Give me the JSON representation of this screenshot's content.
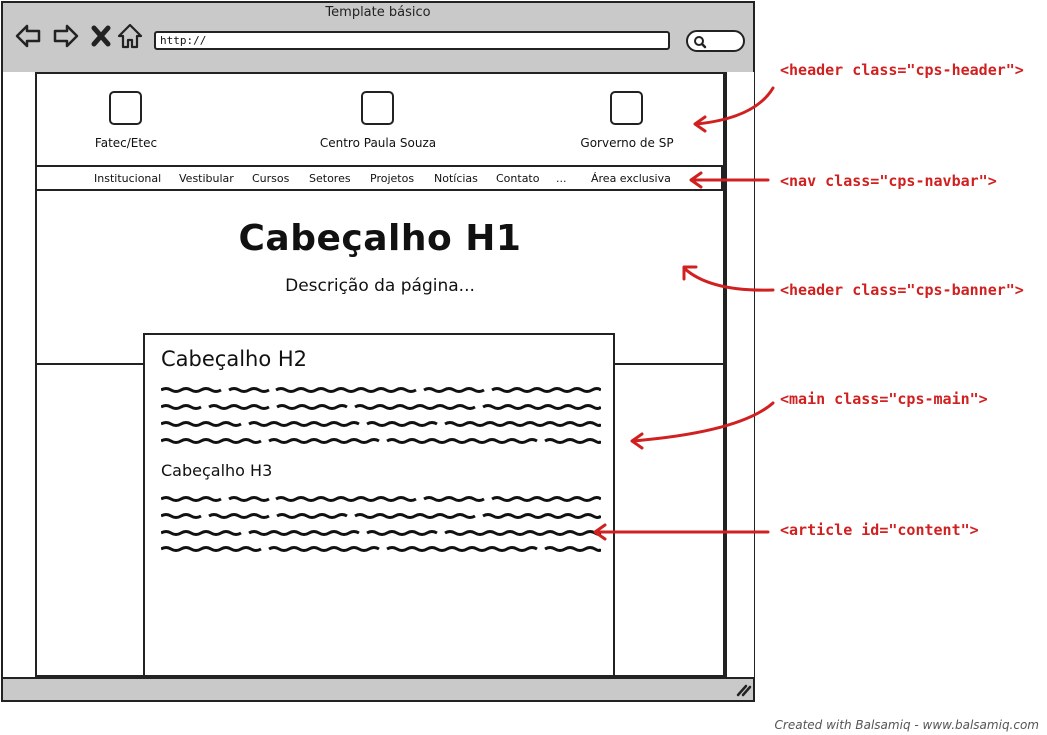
{
  "window": {
    "title": "Template básico",
    "url": "http://"
  },
  "toolbar": {
    "icons": [
      "back-arrow-icon",
      "forward-arrow-icon",
      "close-icon",
      "home-icon",
      "search-icon",
      "resize-grip-icon"
    ]
  },
  "header": {
    "logos": [
      {
        "label": "Fatec/Etec"
      },
      {
        "label": "Centro Paula Souza"
      },
      {
        "label": "Gorverno de SP"
      }
    ]
  },
  "navbar": {
    "items": [
      {
        "label": "Institucional"
      },
      {
        "label": "Vestibular"
      },
      {
        "label": "Cursos"
      },
      {
        "label": "Setores"
      },
      {
        "label": "Projetos"
      },
      {
        "label": "Notícias"
      },
      {
        "label": "Contato"
      },
      {
        "label": "..."
      },
      {
        "label": "Área exclusiva"
      }
    ]
  },
  "banner": {
    "title": "Cabeçalho H1",
    "description": "Descrição da página..."
  },
  "article": {
    "h2": "Cabeçalho H2",
    "h3": "Cabeçalho H3"
  },
  "annotations": [
    {
      "text": "<header class=\"cps-header\">"
    },
    {
      "text": "<nav class=\"cps-navbar\">"
    },
    {
      "text": "<header class=\"cps-banner\">"
    },
    {
      "text": "<main class=\"cps-main\">"
    },
    {
      "text": "<article id=\"content\">"
    }
  ],
  "credit": "Created with Balsamiq - www.balsamiq.com",
  "colors": {
    "annotation": "#d02020",
    "frame": "#c9c9c9",
    "ink": "#222222"
  }
}
